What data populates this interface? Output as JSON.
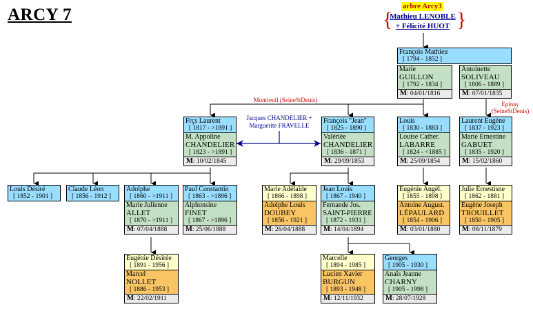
{
  "title": "ARCY 7",
  "origin": {
    "badge": "arbre Arcy3",
    "line1": "Mathieu LENOBLE",
    "line2": "+ Félicité HUOT"
  },
  "notes": {
    "montreuil": "Montreuil (SeineStDenis)",
    "epinay_1": "Epinay",
    "epinay_2": "(SeineStDenis)",
    "chandelier_1": "Jacques CHANDELIER +",
    "chandelier_2": "Marguerite FRAVELLE"
  },
  "marriage_prefix": "M",
  "colors": {
    "male": "#99ddff",
    "spouse": "#c4e0c4",
    "female": "#ffffcc",
    "husband": "#f8c464",
    "marriage": "#ebebeb"
  },
  "people": {
    "francois_mathieu": {
      "name": "François Mathieu",
      "years": "[ 1794 - 1852 ]"
    },
    "marie_guillon": {
      "first": "Marie",
      "last": "GUILLON",
      "years": "[ 1792 - 1834 ]",
      "married": ": 04/01/1816"
    },
    "antoinette_soliveau": {
      "first": "Antoinette",
      "last": "SOLIVEAU",
      "years": "[ 1806 - 1889 ]",
      "married": ": 07/01/1835"
    },
    "frcs_laurent": {
      "name": "Frçs Laurent",
      "years": "[ 1817 - >1891 ]",
      "sp_first": "M. Appoline",
      "sp_last": "CHANDELIER",
      "sp_years": "[ 1823 - >1891 ]",
      "married": ": 10/02/1845"
    },
    "francois_jean": {
      "name": "François \"Jean\"",
      "years": "[ 1825 - 1890 ]",
      "sp_first": "Valériée",
      "sp_last": "CHANDELIER",
      "sp_years": "[ 1836 - 1871 ]",
      "married": ": 29/09/1853"
    },
    "louis": {
      "name": "Louis",
      "years": "[ 1830 - 1883 ]",
      "sp_first": "Louise Cather.",
      "sp_last": "LABARRE",
      "sp_years": "[ 1824 - <1885 ]",
      "married": ": 25/09/1854"
    },
    "laurent_eugene": {
      "name": "Laurent Eugène",
      "years": "[ 1837 - 1923 ]",
      "sp_first": "Marie Ernestine",
      "sp_last": "GABUET",
      "sp_years": "[ 1835 - 1920 ]",
      "married": ": 15/02/1860"
    },
    "louis_desire": {
      "name": "Louis Désiré",
      "years": "[ 1852 - 1901 ]"
    },
    "claude_leon": {
      "name": "Claude Léon",
      "years": "[ 1856 - 1912 ]"
    },
    "adolphe": {
      "name": "Adolphe",
      "years": "[ 1860 - >1911 ]",
      "sp_first": "Marie Julienne",
      "sp_last": "ALLET",
      "sp_years": "[ 1870 - >1911 ]",
      "married": ": 07/04/1888"
    },
    "paul_constantin": {
      "name": "Paul Constantin",
      "years": "[ 1863 - >1896 ]",
      "sp_first": "Alphonsine",
      "sp_last": "FINET",
      "sp_years": "[ 1867 - >1896 ]",
      "married": ": 25/06/1888"
    },
    "marie_adelaide": {
      "name": "Marie Adélaïde",
      "years": "[ 1866 - 1898 ]",
      "sp_first": "Adolphe Louis",
      "sp_last": "DOUBEY",
      "sp_years": "[ 1856 - 1921 ]",
      "married": ": 26/04/1888"
    },
    "jean_louis": {
      "name": "Jean Louis",
      "years": "[ 1867 - 1940 ]",
      "sp_first": "Fernande Jos.",
      "sp_last": "SAINT-PIERRE",
      "sp_years": "[ 1872 - 1931 ]",
      "married": ": 14/04/1894"
    },
    "eugenie_angel": {
      "name": "Eugénie Angél.",
      "years": "[ 1855 - 1898 ]",
      "sp_first": "Antoine August.",
      "sp_last": "LÉPAULARD",
      "sp_years": "[ 1854 - 1906 ]",
      "married": ": 03/01/1880"
    },
    "julie_ernestisne": {
      "name": "Julie Ernestisne",
      "years": "[ 1862 - 1881 ]",
      "sp_first": "Eugène Joseph",
      "sp_last": "TROUILLET",
      "sp_years": "[ 1850 - 1905 ]",
      "married": ": 08/11/1879"
    },
    "eugenie_desiree": {
      "name": "Eugénie Désirée",
      "years": "[ 1891 - 1956 ]",
      "sp_first": "Marcel",
      "sp_last": "NOLLET",
      "sp_years": "[ 1886 - 1953 ]",
      "married": ": 22/02/1911"
    },
    "marcelle": {
      "name": "Marcelle",
      "years": "[ 1894 - 1985 ]",
      "sp_first": "Lucien Xavier",
      "sp_last": "BURGUN",
      "sp_years": "[ 1893 - 1948 ]",
      "married": ": 12/11/1932"
    },
    "georges": {
      "name": "Georges",
      "years": "[ 1905 - 1930 ]",
      "sp_first": "Anaïs Jeanne",
      "sp_last": "CHARNY",
      "sp_years": "[ 1905 - 1998 ]",
      "married": ": 28/07/1928"
    }
  }
}
